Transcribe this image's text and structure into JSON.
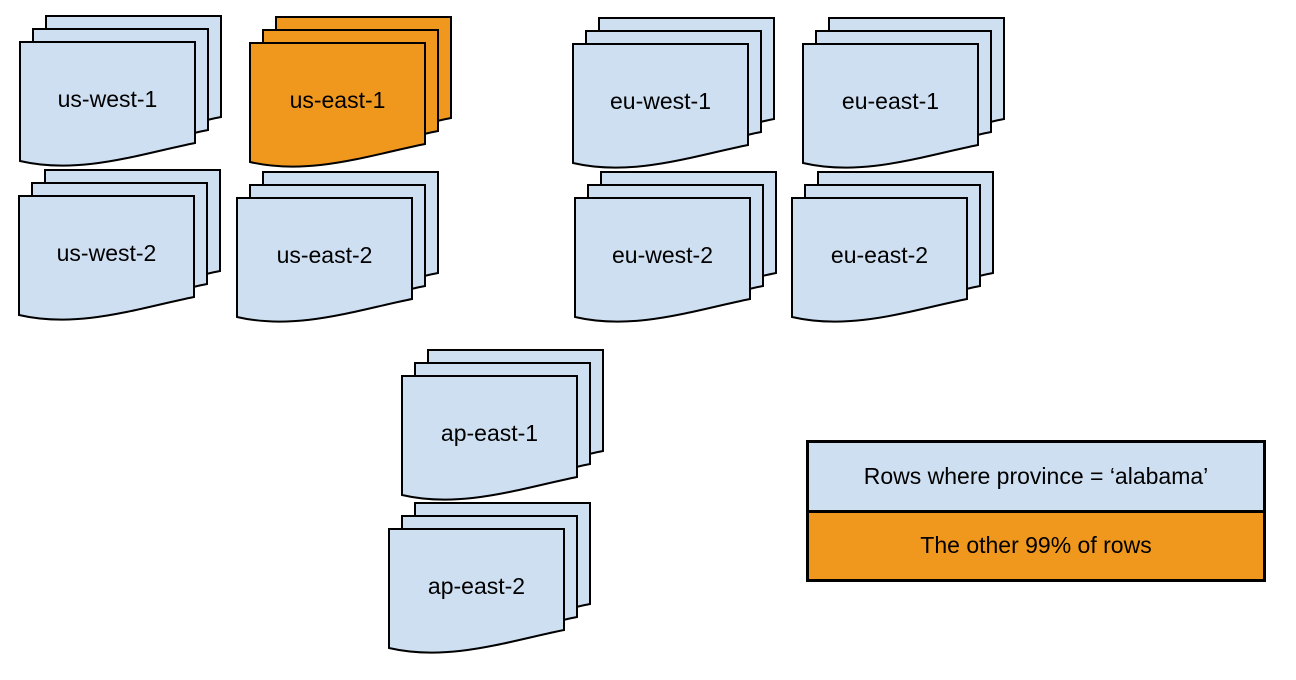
{
  "colors": {
    "doc_blue": "#cedff2",
    "doc_orange": "#f0981d",
    "outline": "#000000"
  },
  "regions": [
    {
      "label": "us-west-1",
      "variant": "blue"
    },
    {
      "label": "us-east-1",
      "variant": "orange"
    },
    {
      "label": "eu-west-1",
      "variant": "blue"
    },
    {
      "label": "eu-east-1",
      "variant": "blue"
    },
    {
      "label": "us-west-2",
      "variant": "blue"
    },
    {
      "label": "us-east-2",
      "variant": "blue"
    },
    {
      "label": "eu-west-2",
      "variant": "blue"
    },
    {
      "label": "eu-east-2",
      "variant": "blue"
    },
    {
      "label": "ap-east-1",
      "variant": "blue"
    },
    {
      "label": "ap-east-2",
      "variant": "blue"
    }
  ],
  "legend": {
    "items": [
      {
        "label": "Rows where province = ‘alabama’",
        "color": "#cedff2"
      },
      {
        "label": "The other 99% of rows",
        "color": "#f0981d"
      }
    ]
  }
}
